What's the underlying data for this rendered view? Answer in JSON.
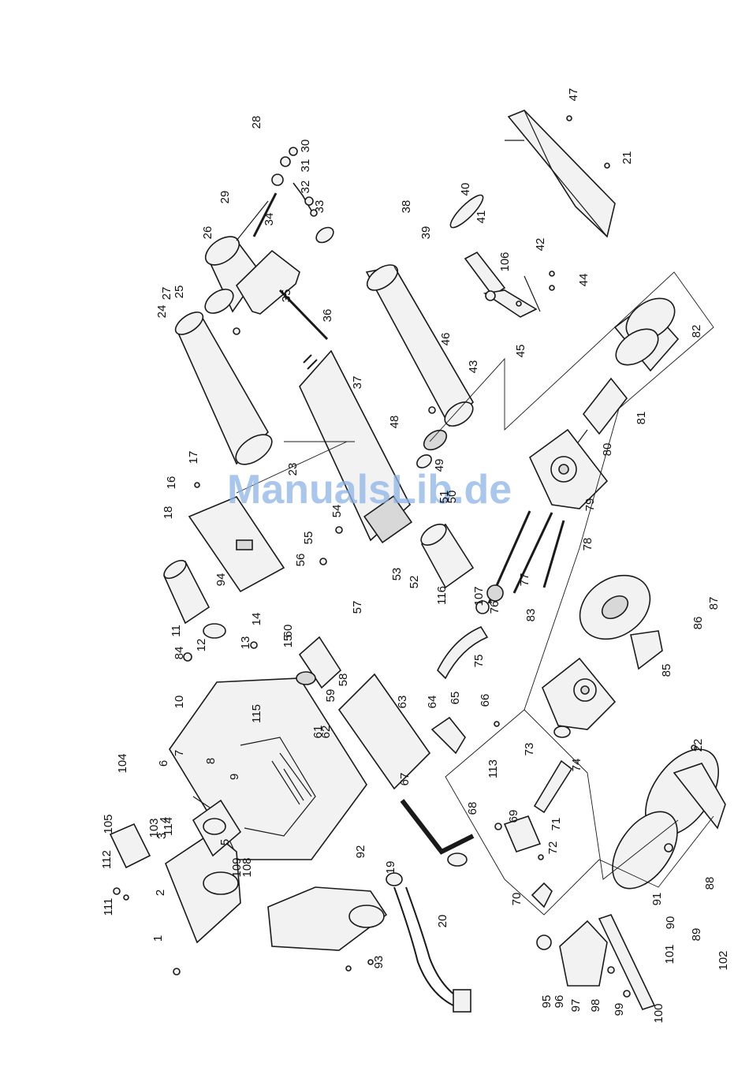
{
  "watermark": "ManualsLib.de",
  "part_labels": [
    "1",
    "2",
    "3",
    "4",
    "5",
    "6",
    "7",
    "8",
    "9",
    "10",
    "11",
    "12",
    "13",
    "14",
    "15",
    "16",
    "17",
    "18",
    "19",
    "20",
    "21",
    "22",
    "23",
    "24",
    "25",
    "26",
    "27",
    "28",
    "29",
    "30",
    "31",
    "32",
    "33",
    "34",
    "35",
    "36",
    "37",
    "38",
    "39",
    "40",
    "41",
    "42",
    "43",
    "44",
    "45",
    "46",
    "47",
    "48",
    "49",
    "50",
    "51",
    "52",
    "53",
    "54",
    "55",
    "56",
    "57",
    "58",
    "59",
    "60",
    "61",
    "62",
    "63",
    "64",
    "65",
    "66",
    "67",
    "68",
    "69",
    "70",
    "71",
    "72",
    "73",
    "74",
    "75",
    "76",
    "77",
    "78",
    "79",
    "80",
    "81",
    "82",
    "83",
    "84",
    "85",
    "86",
    "87",
    "88",
    "89",
    "90",
    "91",
    "92",
    "93",
    "94",
    "95",
    "96",
    "97",
    "98",
    "99",
    "100",
    "101",
    "102",
    "103",
    "104",
    "105",
    "106",
    "107",
    "108",
    "109",
    "111",
    "112",
    "113",
    "114",
    "115",
    "116"
  ],
  "colors": {
    "ink": "#1a1a1a",
    "watermark": "#8db4e8",
    "paper": "#ffffff"
  }
}
